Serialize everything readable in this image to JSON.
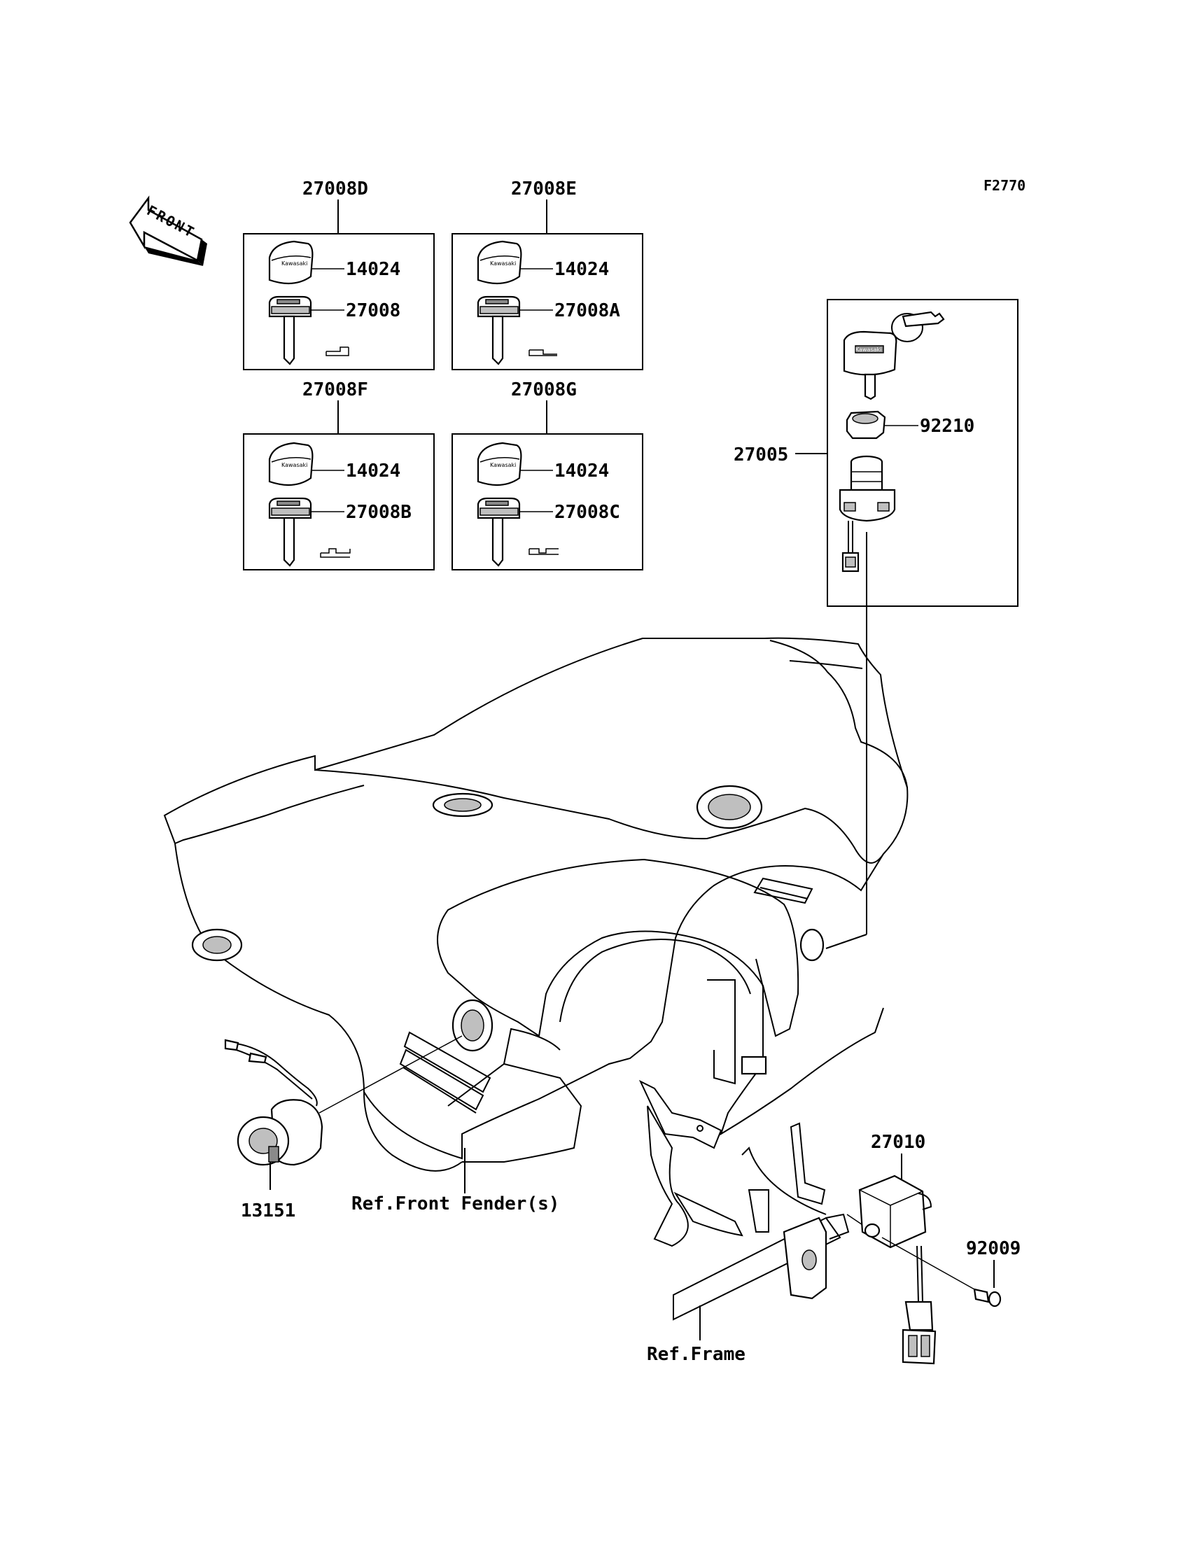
{
  "figure_code": "F2770",
  "front_label": "FRONT",
  "key_sets": [
    {
      "set": "27008D",
      "key_top": "14024",
      "key": "27008"
    },
    {
      "set": "27008E",
      "key_top": "14024",
      "key": "27008A"
    },
    {
      "set": "27008F",
      "key_top": "14024",
      "key": "27008B"
    },
    {
      "set": "27008G",
      "key_top": "14024",
      "key": "27008C"
    }
  ],
  "ignition": {
    "assembly": "27005",
    "nut": "92210"
  },
  "parts": {
    "relay": "27010",
    "screw": "92009",
    "lamp_socket": "13151"
  },
  "refs": {
    "fender": "Ref.Front Fender(s)",
    "frame": "Ref.Frame"
  },
  "colors": {
    "line": "#000000",
    "shade": "#bfbfbf",
    "background": "#ffffff"
  }
}
